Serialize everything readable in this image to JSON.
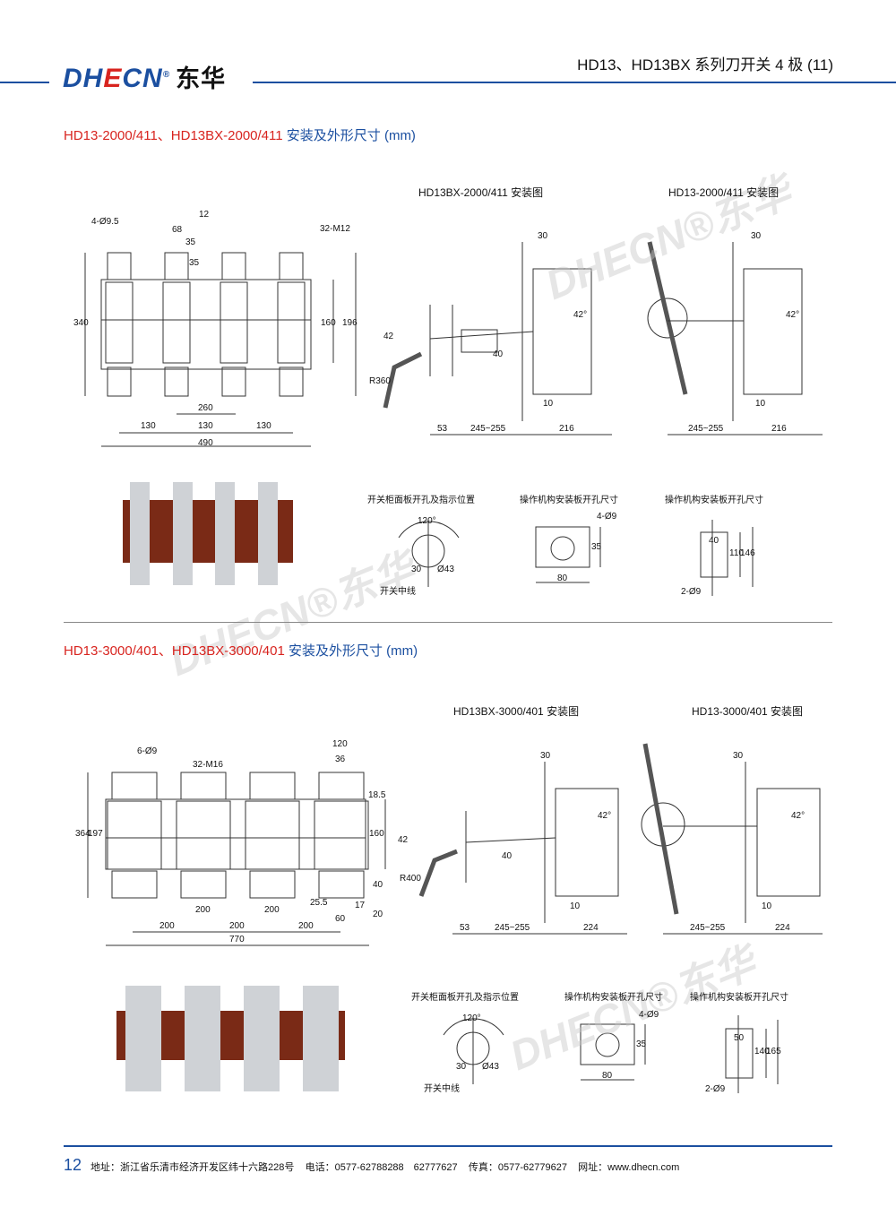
{
  "header": {
    "logo_latin_1": "DH",
    "logo_latin_e": "E",
    "logo_latin_2": "CN",
    "logo_reg": "®",
    "logo_cn": "东华",
    "page_title": "HD13、HD13BX 系列刀开关 4 极 (11)"
  },
  "watermark": "DHECN®东华",
  "section1": {
    "title_red": "HD13-2000/411、HD13BX-2000/411",
    "title_blue": "安装及外形尺寸 (mm)",
    "cap_bx": "HD13BX-2000/411 安装图",
    "cap_hd": "HD13-2000/411 安装图",
    "front_dims": [
      "4-Ø9.5",
      "68",
      "12",
      "35",
      "35",
      "32-M12",
      "340",
      "160",
      "196",
      "260",
      "130",
      "130",
      "130",
      "490"
    ],
    "bx_dims": [
      "30",
      "42",
      "42°",
      "R360",
      "40",
      "10",
      "53",
      "245~255",
      "216"
    ],
    "hd_dims": [
      "30",
      "42°",
      "10",
      "245~255",
      "216"
    ],
    "panel_cap": "开关柜面板开孔及指示位置",
    "panel_dims": [
      "120°",
      "30",
      "Ø43",
      "开关中线"
    ],
    "mech_cap1": "操作机构安装板开孔尺寸",
    "mech1_dims": [
      "4-Ø9",
      "35",
      "80"
    ],
    "mech_cap2": "操作机构安装板开孔尺寸",
    "mech2_dims": [
      "40",
      "110",
      "146",
      "2-Ø9"
    ]
  },
  "section2": {
    "title_red": "HD13-3000/401、HD13BX-3000/401",
    "title_blue": "安装及外形尺寸 (mm)",
    "cap_bx": "HD13BX-3000/401 安装图",
    "cap_hd": "HD13-3000/401 安装图",
    "front_dims": [
      "6-Ø9",
      "32-M16",
      "120",
      "36",
      "18.5",
      "364",
      "197",
      "160",
      "40",
      "17",
      "20",
      "25.5",
      "60",
      "200",
      "200",
      "200",
      "200",
      "200",
      "770"
    ],
    "bx_dims": [
      "30",
      "42",
      "42°",
      "R400",
      "40",
      "10",
      "53",
      "245~255",
      "224"
    ],
    "hd_dims": [
      "30",
      "42°",
      "10",
      "245~255",
      "224"
    ],
    "panel_cap": "开关柜面板开孔及指示位置",
    "panel_dims": [
      "120°",
      "30",
      "Ø43",
      "开关中线"
    ],
    "mech_cap1": "操作机构安装板开孔尺寸",
    "mech1_dims": [
      "4-Ø9",
      "35",
      "80"
    ],
    "mech_cap2": "操作机构安装板开孔尺寸",
    "mech2_dims": [
      "50",
      "140",
      "165",
      "2-Ø9"
    ]
  },
  "footer": {
    "page_number": "12",
    "address": "地址：浙江省乐清市经济开发区纬十六路228号",
    "phone": "电话：0577-62788288　62777627",
    "fax": "传真：0577-62779627",
    "web": "网址：www.dhecn.com"
  },
  "colors": {
    "brand_blue": "#1b4fa0",
    "brand_red": "#d8241f"
  }
}
